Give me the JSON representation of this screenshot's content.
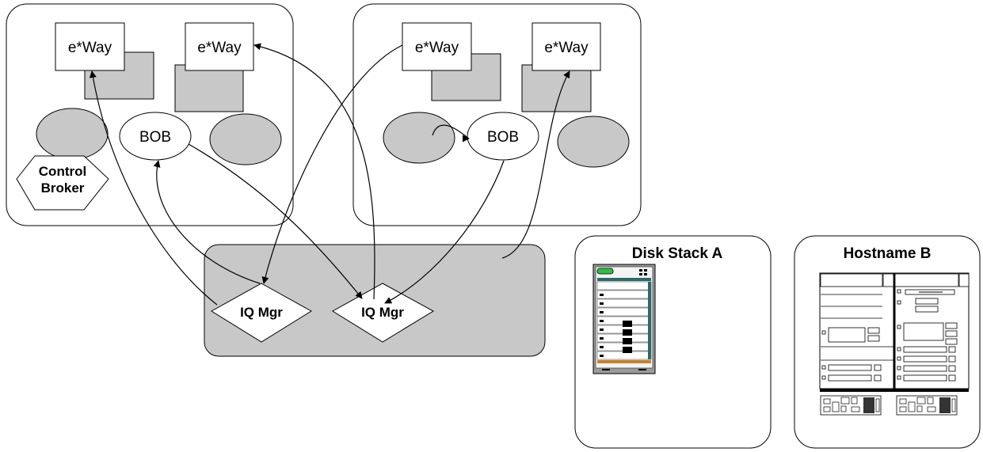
{
  "diagram": {
    "nodes": {
      "eway_1": "e*Way",
      "eway_2": "e*Way",
      "eway_3": "e*Way",
      "eway_4": "e*Way",
      "bob_left": "BOB",
      "bob_right": "BOB",
      "control_broker_line1": "Control",
      "control_broker_line2": "Broker",
      "iq_mgr_1": "IQ Mgr",
      "iq_mgr_2": "IQ Mgr"
    },
    "hosts": {
      "disk_stack_title": "Disk Stack A",
      "hostname_title": "Hostname B"
    },
    "colors": {
      "container_fill": "#c8c8c8",
      "node_fill": "#ffffff",
      "outline": "#000000"
    }
  }
}
